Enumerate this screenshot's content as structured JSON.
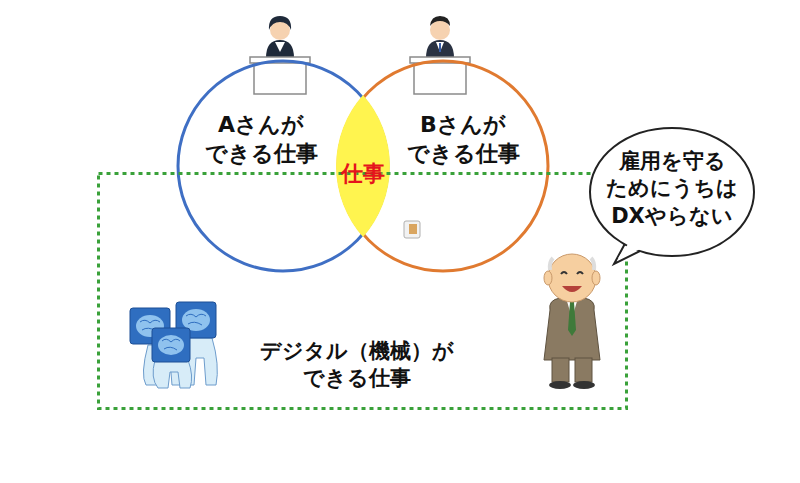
{
  "diagram": {
    "nodes": [
      {
        "text": [
          "Aさんが できる仕事"
        ]
      },
      {
        "text": [
          "Bさんが できる仕事"
        ]
      },
      {
        "text": [
          "仕事"
        ]
      },
      {
        "text": [
          "デジタル（機械）が できる仕事"
        ]
      },
      {
        "text": [
          "雇用を守る ためにうちは DXやらない"
        ]
      }
    ]
  }
}
